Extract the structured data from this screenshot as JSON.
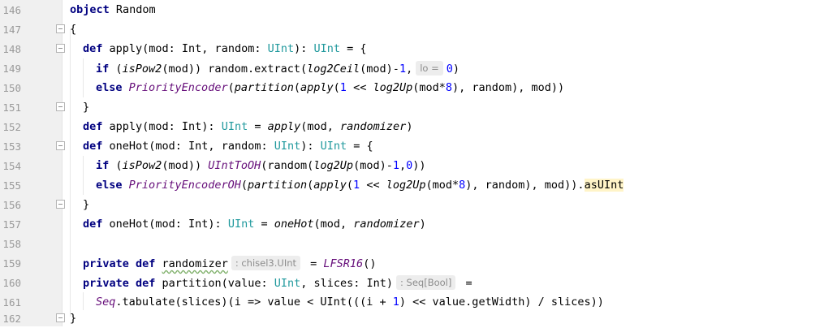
{
  "editor": {
    "line_numbers": [
      "146",
      "147",
      "148",
      "149",
      "150",
      "151",
      "152",
      "153",
      "154",
      "155",
      "156",
      "157",
      "158",
      "159",
      "160",
      "161",
      "162"
    ],
    "lines": {
      "l146": {
        "t1": "object",
        "t2": " Random"
      },
      "l147": {
        "t1": "{"
      },
      "l148": {
        "t1": "def",
        "t2": " apply(mod: Int, random: ",
        "t3": "UInt",
        "t4": "): ",
        "t5": "UInt",
        "t6": " = {"
      },
      "l149": {
        "t1": "if",
        "t2": " (",
        "t3": "isPow2",
        "t4": "(mod)) random.extract(",
        "t5": "log2Ceil",
        "t6": "(mod)-",
        "t7": "1",
        "t8": ",",
        "hint": "lo =",
        "t9": "0",
        "t10": ")"
      },
      "l150": {
        "t1": "else",
        "t2": " ",
        "t3": "PriorityEncoder",
        "t4": "(",
        "t5": "partition",
        "t6": "(",
        "t7": "apply",
        "t8": "(",
        "t9": "1",
        "t10": " << ",
        "t11": "log2Up",
        "t12": "(mod*",
        "t13": "8",
        "t14": "), random), mod))"
      },
      "l151": {
        "t1": "}"
      },
      "l152": {
        "t1": "def",
        "t2": " apply(mod: Int): ",
        "t3": "UInt",
        "t4": " = ",
        "t5": "apply",
        "t6": "(mod, ",
        "t7": "randomizer",
        "t8": ")"
      },
      "l153": {
        "t1": "def",
        "t2": " oneHot(mod: Int, random: ",
        "t3": "UInt",
        "t4": "): ",
        "t5": "UInt",
        "t6": " = {"
      },
      "l154": {
        "t1": "if",
        "t2": " (",
        "t3": "isPow2",
        "t4": "(mod)) ",
        "t5": "UIntToOH",
        "t6": "(random(",
        "t7": "log2Up",
        "t8": "(mod)-",
        "t9": "1",
        "t10": ",",
        "t11": "0",
        "t12": "))"
      },
      "l155": {
        "t1": "else",
        "t2": " ",
        "t3": "PriorityEncoderOH",
        "t4": "(",
        "t5": "partition",
        "t6": "(",
        "t7": "apply",
        "t8": "(",
        "t9": "1",
        "t10": " << ",
        "t11": "log2Up",
        "t12": "(mod*",
        "t13": "8",
        "t14": "), random), mod)).",
        "t15": "asUInt"
      },
      "l156": {
        "t1": "}"
      },
      "l157": {
        "t1": "def",
        "t2": " oneHot(mod: Int): ",
        "t3": "UInt",
        "t4": " = ",
        "t5": "oneHot",
        "t6": "(mod, ",
        "t7": "randomizer",
        "t8": ")"
      },
      "l158": {},
      "l159": {
        "t1": "private def",
        "t2": " ",
        "t3": "randomizer",
        "hint": ": chisel3.UInt",
        "t4": " = ",
        "t5": "LFSR16",
        "t6": "()"
      },
      "l160": {
        "t1": "private def",
        "t2": " partition(value: ",
        "t3": "UInt",
        "t4": ", slices: Int)",
        "hint": ": Seq[Bool]",
        "t5": " ="
      },
      "l161": {
        "t1": "Seq",
        "t2": ".tabulate(slices)(i => value < UInt(((i + ",
        "t3": "1",
        "t4": ") << value.getWidth) / slices))"
      },
      "l162": {
        "t1": "}"
      }
    }
  }
}
